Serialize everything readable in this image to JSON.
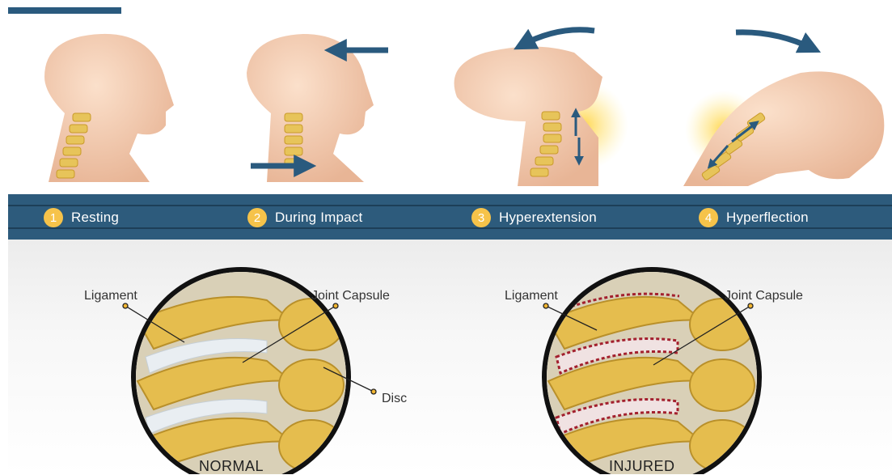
{
  "steps": [
    {
      "number": "1",
      "label": "Resting"
    },
    {
      "number": "2",
      "label": "During Impact"
    },
    {
      "number": "3",
      "label": "Hyperextension"
    },
    {
      "number": "4",
      "label": "Hyperflection"
    }
  ],
  "panels": {
    "normal": {
      "title": "NORMAL",
      "callouts": {
        "ligament": "Ligament",
        "joint_capsule": "Joint Capsule",
        "disc": "Disc"
      }
    },
    "injured": {
      "title": "INJURED",
      "callouts": {
        "ligament": "Ligament",
        "joint_capsule": "Joint Capsule"
      }
    }
  },
  "colors": {
    "band": "#2d5b7c",
    "badge": "#f6c34a",
    "arrow": "#2a5a7e",
    "bone": "#e7c45a"
  }
}
